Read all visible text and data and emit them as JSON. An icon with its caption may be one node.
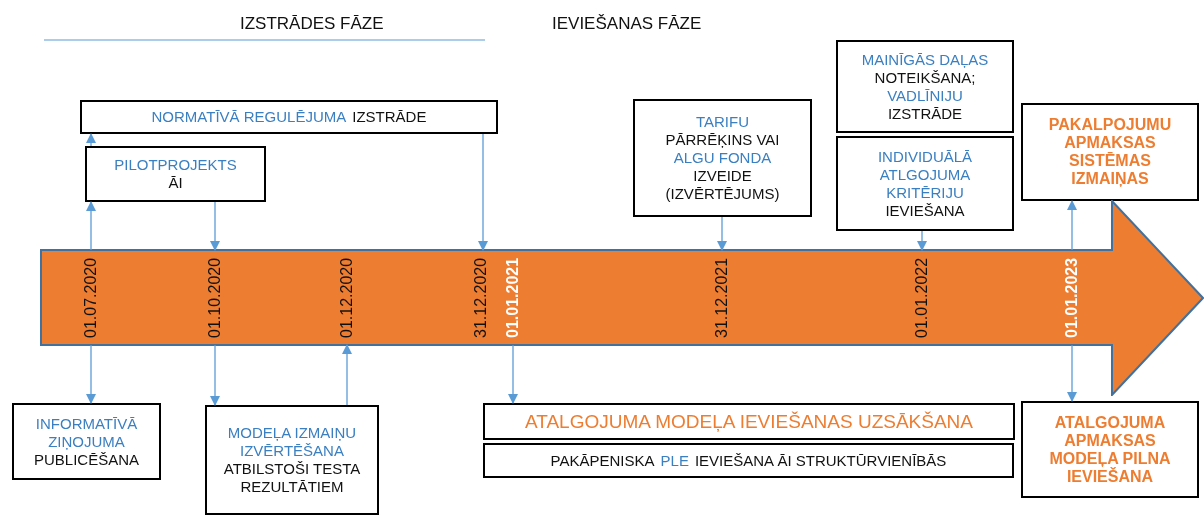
{
  "diagram": {
    "nodes": [
      {
        "text": [
          "NORMATĪVĀ REGULĒJUMA",
          "IZSTRĀDE"
        ]
      },
      {
        "text": [
          "PILOTPROJEKTS",
          "ĀI"
        ]
      },
      {
        "text": [
          "TARIFU",
          "PĀRRĒĶINS VAI",
          "ALGU FONDA",
          "IZVEIDE (IZVĒRTĒJUMS)"
        ]
      },
      {
        "text": [
          "MAINĪGĀS DAĻAS",
          "NOTEIKŠANA;",
          "VADLĪNIJU",
          "IZSTRĀDE"
        ]
      },
      {
        "text": [
          "INDIVIDUĀLĀ ATLGOJUMA KRITĒRIJU",
          "IEVIEŠANA"
        ]
      },
      {
        "text": [
          "PAKALPOJUMU APMAKSAS SISTĒMAS IZMAIŅAS"
        ]
      },
      {
        "text": [],
        "shape": "arrow"
      },
      {
        "text": [
          "01.07.2020"
        ],
        "in": 6
      },
      {
        "text": [
          "01.10.2020"
        ],
        "in": 6
      },
      {
        "text": [
          "01.12.2020"
        ],
        "in": 6
      },
      {
        "text": [
          "31.12.2020"
        ],
        "in": 6
      },
      {
        "text": [
          "01.01.2021"
        ],
        "in": 6
      },
      {
        "text": [
          "31.12.2021"
        ],
        "in": 6
      },
      {
        "text": [
          "01.01.2022"
        ],
        "in": 6
      },
      {
        "text": [
          "01.01.2023"
        ],
        "in": 6
      },
      {
        "text": [
          "INFORMATĪVĀ ZIŅOJUMA",
          "PUBLICĒŠANA"
        ]
      },
      {
        "text": [
          "MODEĻA IZMAIŅU IZVĒRTĒŠANA",
          "ATBILSTOŠI TESTA REZULTĀTIEM"
        ]
      },
      {
        "text": [
          "ATALGOJUMA MODEĻA IEVIEŠANAS UZSĀKŠANA"
        ]
      },
      {
        "text": [
          "PAKĀPENISKA",
          "PLE",
          "IEVIEŠANA ĀI STRUKTŪRVIENĪBĀS"
        ]
      },
      {
        "text": [
          "ATALGOJUMA APMAKSAS MODEĻA PILNA IEVIEŠANA"
        ]
      }
    ],
    "edges": [
      {
        "from": 7,
        "to": 1,
        "arrow": "to"
      },
      {
        "from": 1,
        "to": 0,
        "arrow": "to"
      },
      {
        "from": 1,
        "to": 8,
        "arrow": "to"
      },
      {
        "from": 0,
        "to": 10,
        "arrow": "to"
      },
      {
        "from": 2,
        "to": 12,
        "arrow": "to"
      },
      {
        "from": 4,
        "to": 13,
        "arrow": "to"
      },
      {
        "from": 14,
        "to": 5,
        "arrow": "to"
      },
      {
        "from": 7,
        "to": 15,
        "arrow": "to"
      },
      {
        "from": 8,
        "to": 16,
        "arrow": "to"
      },
      {
        "from": 16,
        "to": 9,
        "arrow": "to"
      },
      {
        "from": 11,
        "to": 17,
        "arrow": "to"
      },
      {
        "from": 14,
        "to": 19,
        "arrow": "to"
      }
    ],
    "labels": [
      "IZSTRĀDES FĀZE",
      "IEVIEŠANAS FĀZE"
    ]
  }
}
